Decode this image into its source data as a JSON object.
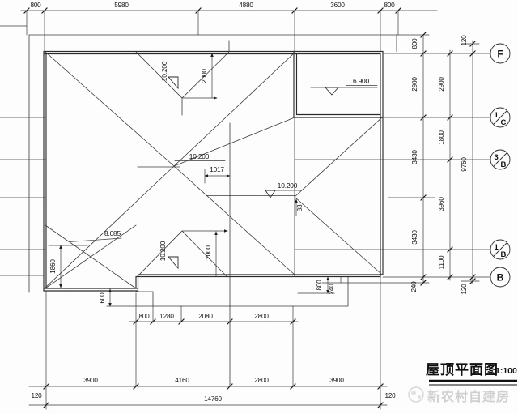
{
  "drawing": {
    "title": "屋顶平面图",
    "scale": "1:100",
    "watermark": "新农村自建房"
  },
  "grid_bubbles": {
    "f": "F",
    "c1_num": "1",
    "c1_letter": "C",
    "b3_num": "3",
    "b3_letter": "B",
    "b1_num": "1",
    "b1_letter": "B",
    "b": "B"
  },
  "levels": {
    "center_ridge": "10.200",
    "north_valley": "10.200",
    "south_gable": "10.200",
    "east_valley": "10.200",
    "terrace": "6.900",
    "porch": "8.085"
  },
  "dims": {
    "top": [
      "800",
      "5980",
      "4880",
      "3600",
      "800"
    ],
    "bottom_step": [
      "800",
      "1280",
      "2080",
      "2800"
    ],
    "bottom_main": [
      "3900",
      "4160",
      "2800",
      "3900"
    ],
    "bottom_total": "14760",
    "bottom_left_offset": "120",
    "bottom_right_offset": "120",
    "right_inner": [
      "800",
      "2900",
      "3430",
      "3430",
      "240"
    ],
    "right_grid": [
      "2900",
      "1800",
      "3960",
      "1100"
    ],
    "right_total": "9760",
    "right_top_offset": "120",
    "right_bottom_offset": "120",
    "ridge_offset": "1017",
    "valley_offset": "83",
    "north_valley_depth": "2000",
    "south_gable_depth": "2000",
    "porch_width": "1860",
    "canopy_offset": "600",
    "eave_offset": "800",
    "wall_thickness": "240"
  }
}
